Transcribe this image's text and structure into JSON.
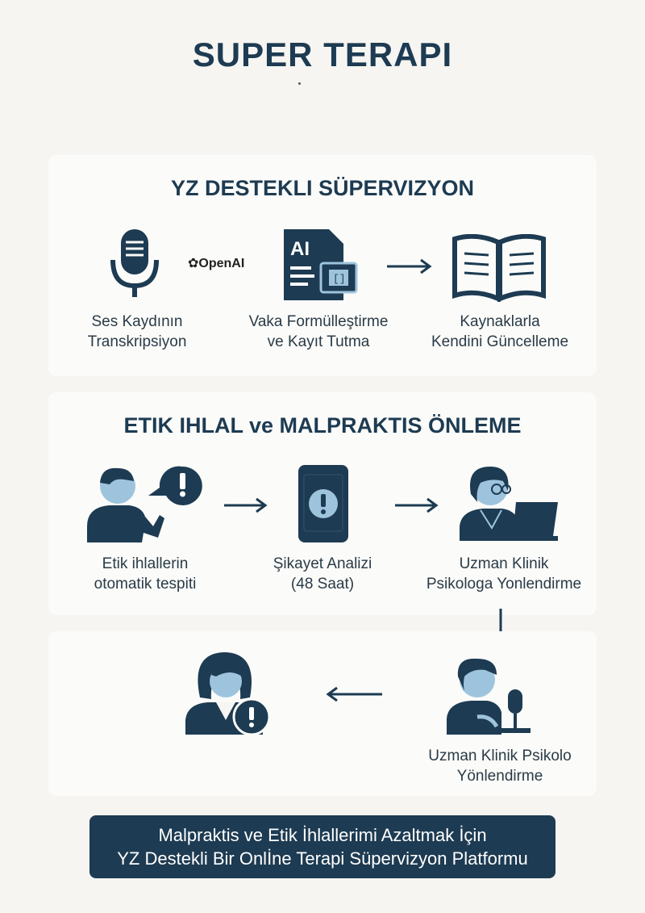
{
  "title": "SUPER TERAPI",
  "colors": {
    "navy": "#1d3b52",
    "light_blue": "#9ec4dd",
    "panel": "#fbfbf9",
    "background": "#f6f5f1"
  },
  "section1": {
    "title": "YZ DESTEKLI SÜPERVIZYON",
    "openai_label": "OpenAI",
    "ai_label": "AI",
    "steps": [
      {
        "icon": "microphone-icon",
        "line1": "Ses Kaydının",
        "line2": "Transkripsiyon"
      },
      {
        "icon": "ai-document-icon",
        "line1": "Vaka Formülleştirme",
        "line2": "ve Kayıt Tutma"
      },
      {
        "icon": "open-book-icon",
        "line1": "Kaynaklarla",
        "line2": "Kendini Güncelleme"
      }
    ]
  },
  "section2": {
    "title": "ETIK IHLAL ve MALPRAKTIS ÖNLEME",
    "steps": [
      {
        "icon": "person-speech-alert-icon",
        "line1": "Etik ihlallerin",
        "line2": "otomatik tespiti"
      },
      {
        "icon": "phone-alert-icon",
        "line1": "Şikayet Analizi",
        "line2": "(48 Saat)"
      },
      {
        "icon": "psychologist-laptop-icon",
        "line1": "Uzman Klinik",
        "line2": "Psikologa Yonlendirme"
      }
    ]
  },
  "section3": {
    "steps": [
      {
        "icon": "woman-alert-icon",
        "line1": "",
        "line2": ""
      },
      {
        "icon": "psychologist-microphone-icon",
        "line1": "Uzman Klinik Psikolo",
        "line2": "Yönlendirme"
      }
    ]
  },
  "footer": {
    "line1": "Malpraktis ve Etik İhlallerimi Azaltmak İçin",
    "line2": "YZ Destekli Bir Onlİne Terapi Süpervizyon Platformu"
  }
}
